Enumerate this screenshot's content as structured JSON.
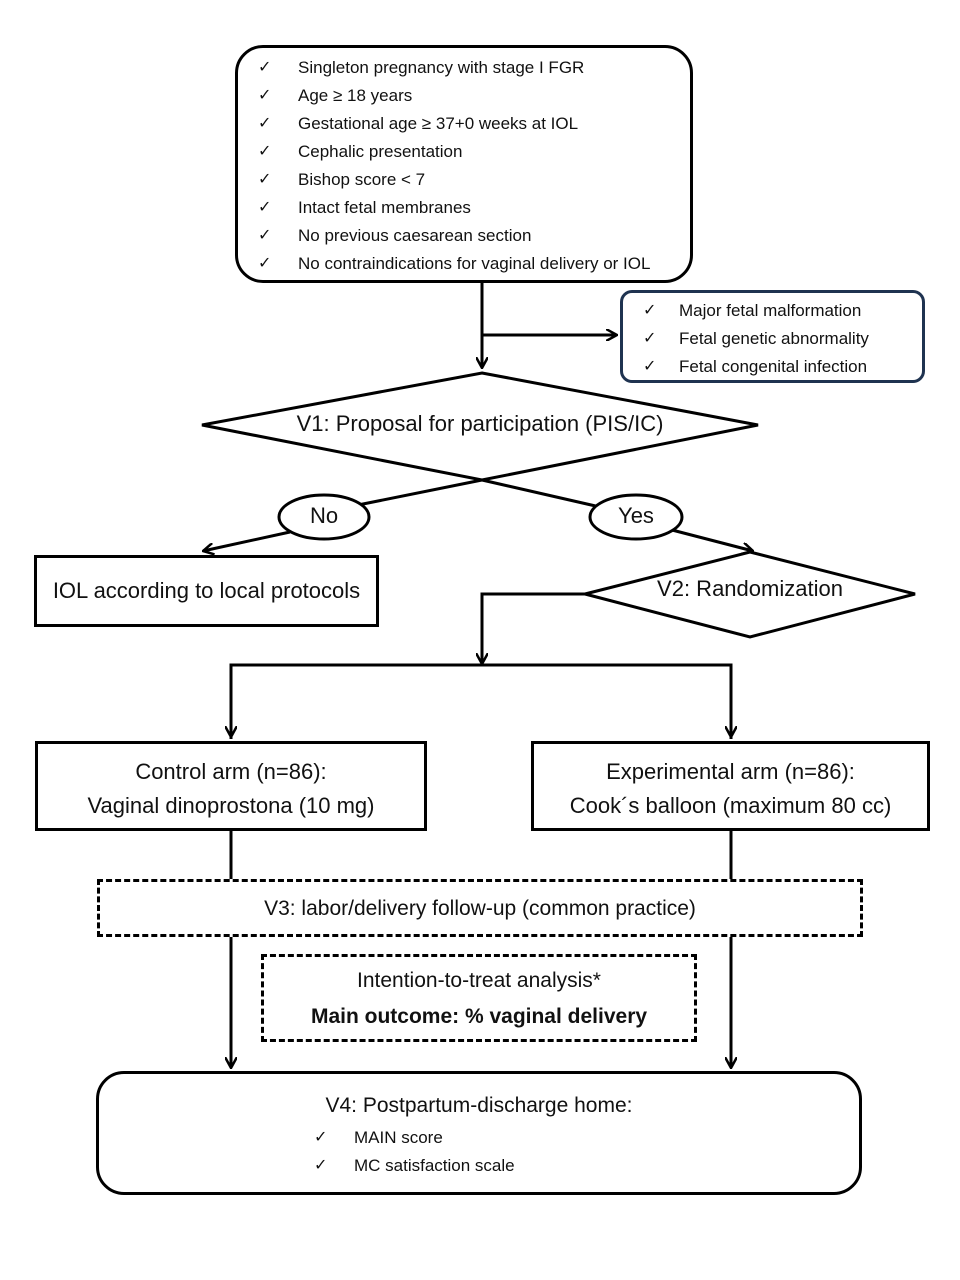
{
  "inclusion": {
    "tick": "✓",
    "items": [
      "Singleton pregnancy with stage I FGR",
      "Age ≥ 18 years",
      "Gestational age ≥ 37+0 weeks at IOL",
      "Cephalic presentation",
      "Bishop score < 7",
      "Intact fetal membranes",
      "No previous caesarean section",
      "No contraindications for vaginal delivery or IOL"
    ]
  },
  "exclusion": {
    "items": [
      "Major fetal malformation",
      "Fetal genetic abnormality",
      "Fetal congenital infection"
    ]
  },
  "v1": {
    "label": "V1: Proposal for participation (PIS/IC)"
  },
  "no": {
    "label": "No"
  },
  "yes": {
    "label": "Yes"
  },
  "iol_local": {
    "label": "IOL according to local protocols"
  },
  "v2": {
    "label": "V2: Randomization"
  },
  "control": {
    "line1": "Control arm (n=86):",
    "line2": "Vaginal dinoprostona (10 mg)"
  },
  "experimental": {
    "line1": "Experimental arm (n=86):",
    "line2": "Cook´s balloon (maximum 80 cc)"
  },
  "v3": {
    "label": "V3: labor/delivery follow-up (common practice)"
  },
  "analysis": {
    "line1": "Intention-to-treat analysis*",
    "line2": "Main outcome: % vaginal delivery"
  },
  "v4": {
    "title": "V4: Postpartum-discharge home:",
    "items": [
      "MAIN score",
      "MC satisfaction scale"
    ]
  },
  "colors": {
    "line": "#000000",
    "exclusion_border": "#1f3350"
  }
}
